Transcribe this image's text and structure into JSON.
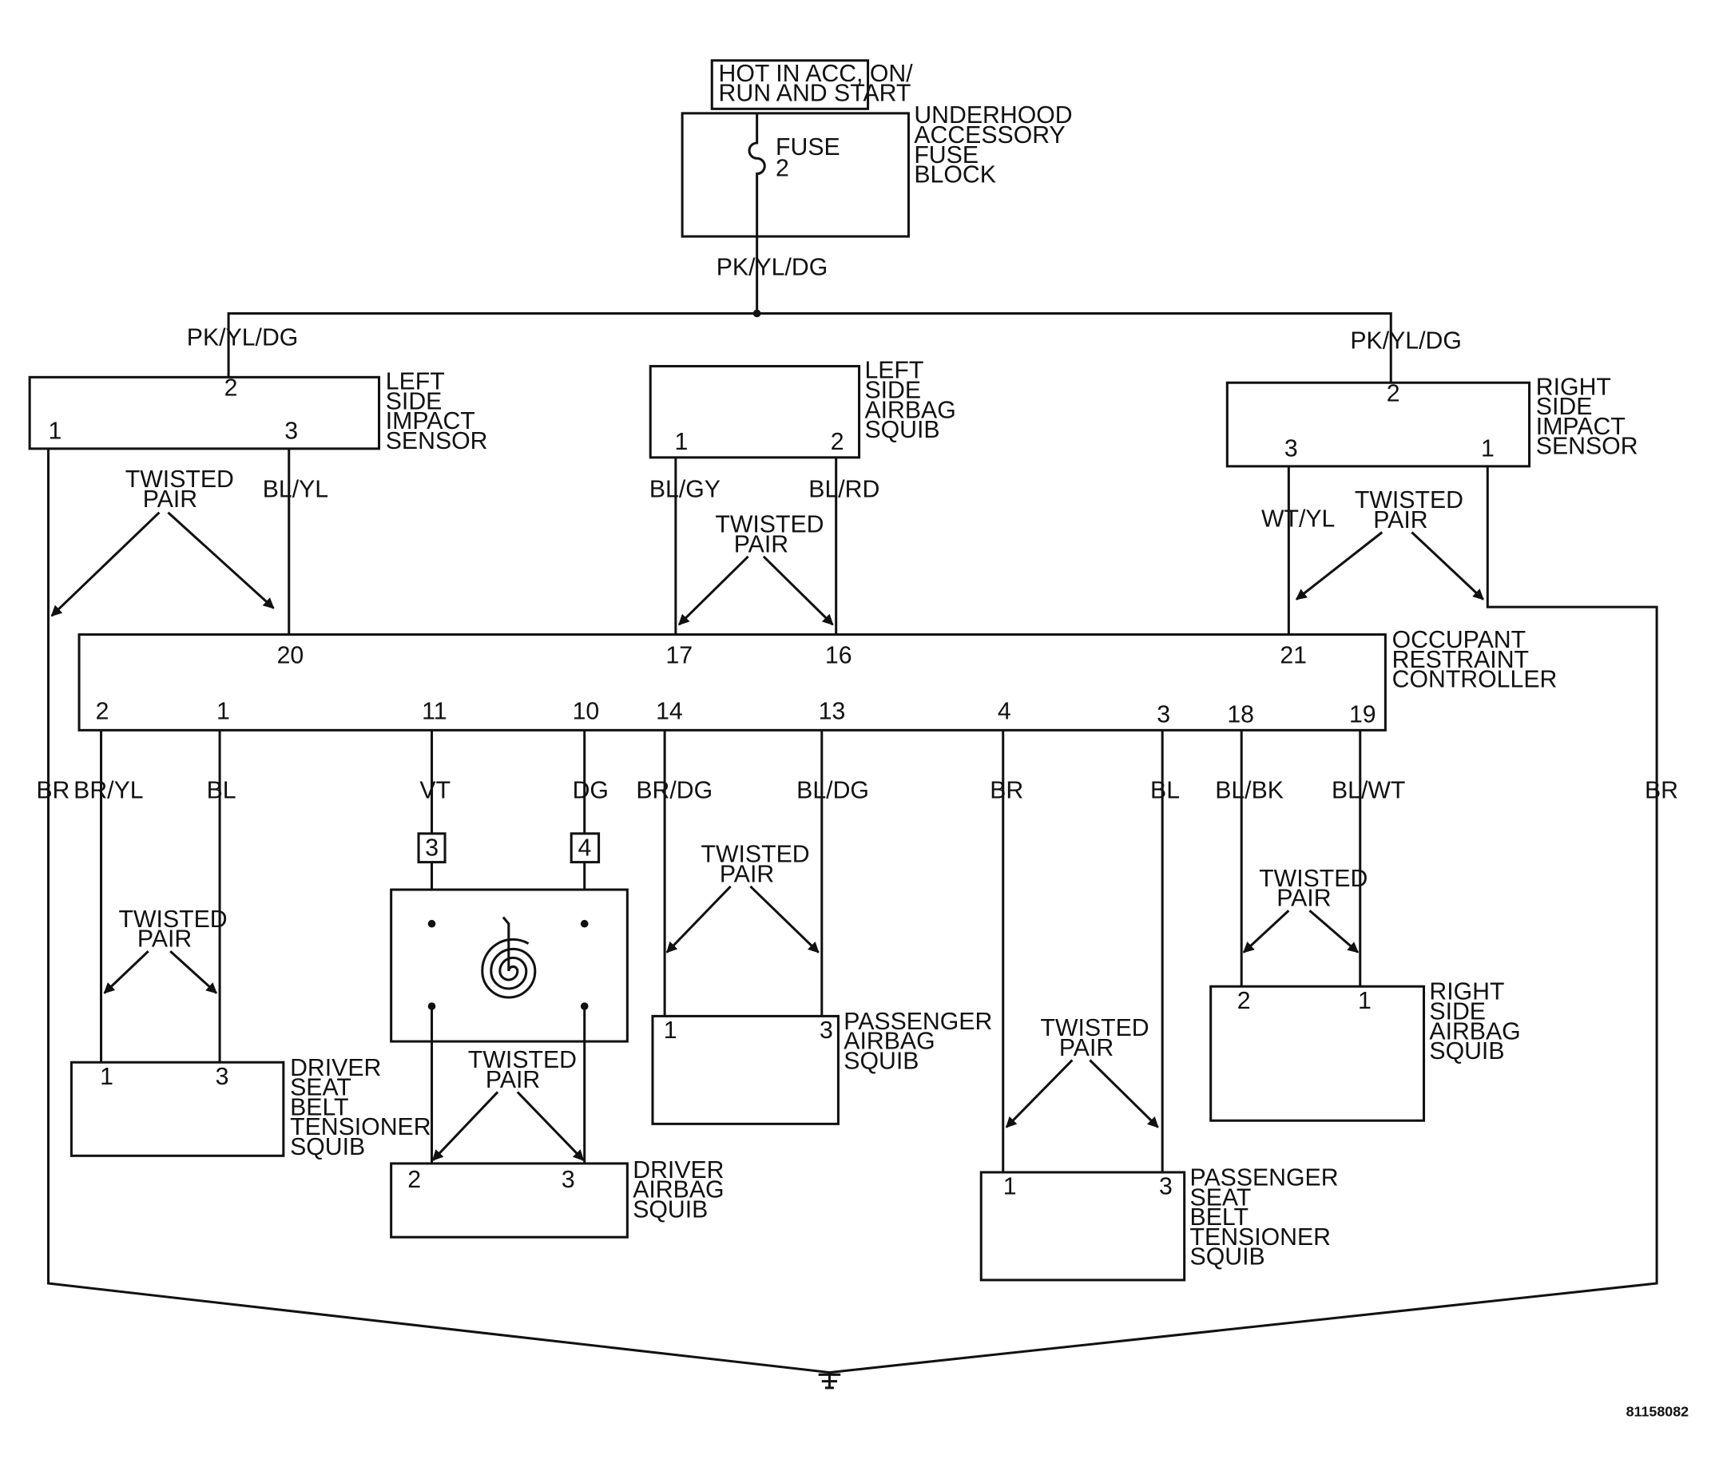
{
  "power": {
    "hot_line1": "HOT IN ACC, ON/",
    "hot_line2": "RUN AND START"
  },
  "fuse_block": {
    "label": [
      "UNDERHOOD",
      "ACCESSORY",
      "FUSE",
      "BLOCK"
    ],
    "fuse_label": "FUSE",
    "fuse_number": "2"
  },
  "wire_colors": {
    "feed": "PK/YL/DG",
    "left_feed": "PK/YL/DG",
    "right_feed": "PK/YL/DG",
    "lsis_3": "BL/YL",
    "lsas_1": "BL/GY",
    "lsas_2": "BL/RD",
    "rsis_3": "WT/YL",
    "orc_2": "BR/YL",
    "orc_1": "BL",
    "orc_11": "VT",
    "orc_10": "DG",
    "orc_14": "BR/DG",
    "orc_13": "BL/DG",
    "orc_4": "BR",
    "orc_3": "BL",
    "orc_18": "BL/BK",
    "orc_19": "BL/WT",
    "ground_left": "BR",
    "ground_right": "BR"
  },
  "twisted_pair": [
    "TWISTED",
    "PAIR"
  ],
  "components": {
    "left_side_impact_sensor": {
      "label": [
        "LEFT",
        "SIDE",
        "IMPACT",
        "SENSOR"
      ],
      "pins": [
        "2",
        "1",
        "3"
      ]
    },
    "left_side_airbag_squib": {
      "label": [
        "LEFT",
        "SIDE",
        "AIRBAG",
        "SQUIB"
      ],
      "pins": [
        "1",
        "2"
      ]
    },
    "right_side_impact_sensor": {
      "label": [
        "RIGHT",
        "SIDE",
        "IMPACT",
        "SENSOR"
      ],
      "pins": [
        "2",
        "3",
        "1"
      ]
    },
    "occupant_restraint_controller": {
      "label": [
        "OCCUPANT",
        "RESTRAINT",
        "CONTROLLER"
      ],
      "top_pins": [
        "20",
        "17",
        "16",
        "21"
      ],
      "bottom_pins": [
        "2",
        "1",
        "11",
        "10",
        "14",
        "13",
        "4",
        "3",
        "18",
        "19"
      ]
    },
    "clockspring": {
      "connector_pins": [
        "3",
        "4"
      ]
    },
    "driver_seat_belt_tensioner_squib": {
      "label": [
        "DRIVER",
        "SEAT",
        "BELT",
        "TENSIONER",
        "SQUIB"
      ],
      "pins": [
        "1",
        "3"
      ]
    },
    "driver_airbag_squib": {
      "label": [
        "DRIVER",
        "AIRBAG",
        "SQUIB"
      ],
      "pins": [
        "2",
        "3"
      ]
    },
    "passenger_airbag_squib": {
      "label": [
        "PASSENGER",
        "AIRBAG",
        "SQUIB"
      ],
      "pins": [
        "1",
        "3"
      ]
    },
    "passenger_seat_belt_tensioner_squib": {
      "label": [
        "PASSENGER",
        "SEAT",
        "BELT",
        "TENSIONER",
        "SQUIB"
      ],
      "pins": [
        "1",
        "3"
      ]
    },
    "right_side_airbag_squib": {
      "label": [
        "RIGHT",
        "SIDE",
        "AIRBAG",
        "SQUIB"
      ],
      "pins": [
        "2",
        "1"
      ]
    }
  },
  "figure_id": "81158082"
}
